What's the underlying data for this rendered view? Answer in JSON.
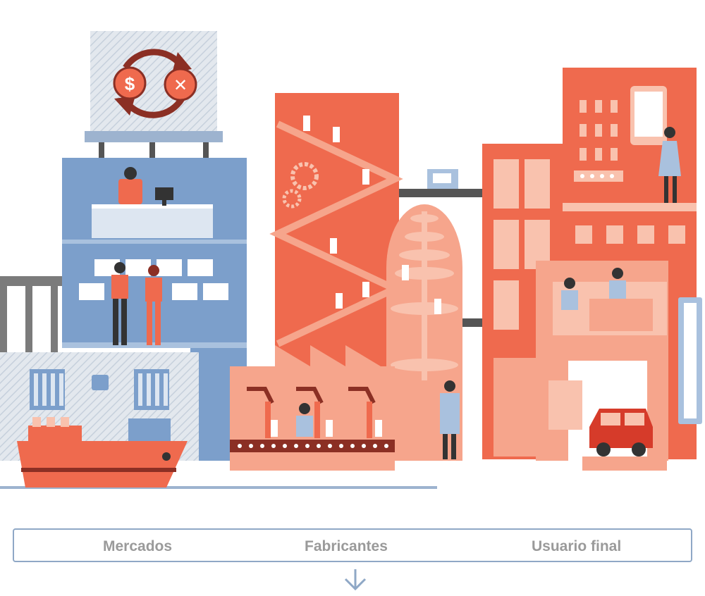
{
  "stages": [
    {
      "label": "Mercados"
    },
    {
      "label": "Fabricantes"
    },
    {
      "label": "Usuario final"
    }
  ],
  "icons": {
    "billboard": [
      "dollar-icon",
      "cancel-icon",
      "cycle-arrows-icon"
    ],
    "flow": "arrow-down-icon"
  },
  "billboard": {
    "dollar_symbol": "$",
    "cancel_symbol": "✕"
  },
  "colors": {
    "orange": "#ef6a4e",
    "orange_dark": "#d95a3f",
    "salmon": "#f6a58c",
    "salmon_light": "#f9c2ae",
    "blue": "#7c9fcb",
    "blue_light": "#a9c1de",
    "gray": "#7b7b7b",
    "dark_red": "#8b2f24",
    "label": "#9a9a9a",
    "frame": "#8fa8c6"
  }
}
